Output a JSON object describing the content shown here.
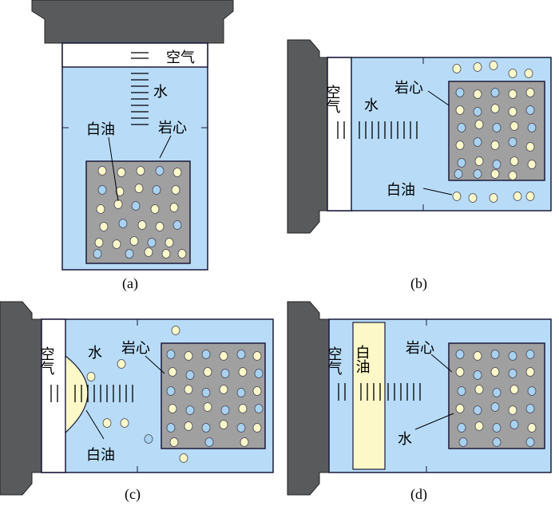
{
  "colors": {
    "water": "#b8dcf8",
    "frame": "#595a5c",
    "rock": "#a0a0a0",
    "oil": "#fdf8c8",
    "air": "#ffffff",
    "water_droplet": "#a8d2f0",
    "outline": "#1a1a3a"
  },
  "panels": [
    {
      "id": "a",
      "caption": "(a)",
      "labels": {
        "air": "空气",
        "water": "水",
        "white_oil": "白油",
        "core": "岩心"
      }
    },
    {
      "id": "b",
      "caption": "(b)",
      "labels": {
        "air": "空气",
        "water": "水",
        "white_oil": "白油",
        "core": "岩心"
      }
    },
    {
      "id": "c",
      "caption": "(c)",
      "labels": {
        "air": "空气",
        "water": "水",
        "white_oil": "白油",
        "core": "岩心"
      }
    },
    {
      "id": "d",
      "caption": "(d)",
      "labels": {
        "air": "空气",
        "white_oil": "白油",
        "water": "水",
        "core": "岩心"
      }
    }
  ]
}
